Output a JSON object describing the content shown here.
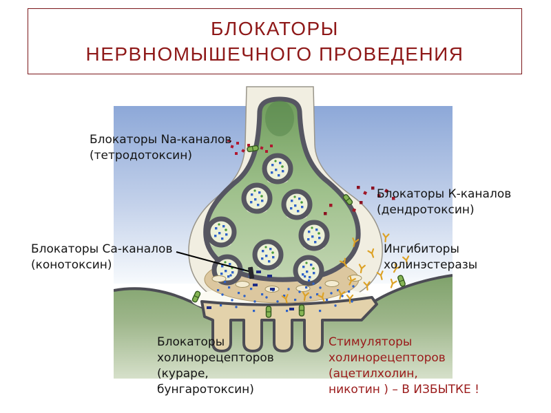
{
  "slide": {
    "title": {
      "lines": [
        "БЛОКАТОРЫ",
        "НЕРВНОМЫШЕЧНОГО ПРОВЕДЕНИЯ"
      ],
      "text_color": "#8e1818",
      "border_color": "#7a1518"
    },
    "labels": {
      "na": {
        "lines": [
          "Блокаторы Na-каналов",
          "(тетродотоксин)"
        ]
      },
      "k": {
        "lines": [
          "Блокаторы К-каналов",
          "(дендротоксин)"
        ]
      },
      "ca": {
        "lines": [
          "Блокаторы Са-каналов",
          "(конотоксин)"
        ]
      },
      "ache": {
        "lines": [
          "Ингибиторы",
          "холинэстеразы"
        ]
      },
      "receptor_block": {
        "lines": [
          "Блокаторы",
          "холинорецепторов",
          "(кураре,",
          "бунгаротоксин)"
        ]
      },
      "receptor_stim": {
        "lines": [
          "Стимуляторы",
          "холинорецепторов",
          "(ацетилхолин,",
          "никотин ) – В ИЗБЫТКЕ !"
        ],
        "text_color": "#9a1a1a"
      }
    },
    "diagram": {
      "icons": {
        "nerve-terminal": "flask-shaped presynaptic ending",
        "synaptic-vesicle-icon": "ring circle with blue dots",
        "ion-channel-icon": "green capsule",
        "calcium-channel-icon": "dark slot in presynaptic membrane",
        "toxin-dot-icon": "small dark-red diamond",
        "acetylcholine-dot-icon": "small blue dot",
        "cholinesterase-icon": "gold Y shape",
        "muscle-fiber": "green area with junctional folds"
      },
      "colors": {
        "sky_top": "#8da8d8",
        "sky_bottom": "#f7fafd",
        "muscle_green": "#7fa26b",
        "terminal_green": "#9ec08b",
        "membrane_gray": "#565662",
        "sheath_cream": "#f1eee1",
        "synapse_tan": "#dcc79f",
        "vesicle_fill": "#edf1d8",
        "ach_blue": "#2f62c8",
        "toxin_red": "#a8182c",
        "cholinesterase_gold": "#dda226",
        "channel_green": "#86b554"
      }
    }
  }
}
